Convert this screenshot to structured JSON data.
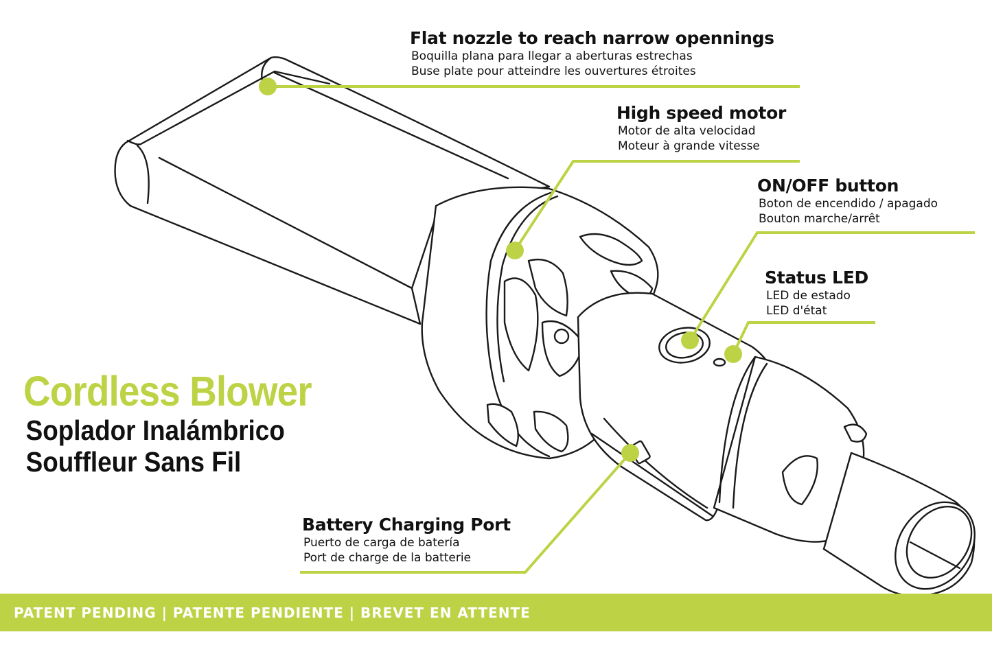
{
  "title": {
    "main": "Cordless Blower",
    "spanish": "Soplador Inalámbrico",
    "french": "Souffleur Sans Fil"
  },
  "callouts": [
    {
      "heading": "Flat nozzle to reach narrow opennings",
      "es": "Boquilla plana para llegar a aberturas estrechas",
      "fr": "Buse plate pour atteindre les ouvertures étroites"
    },
    {
      "heading": "High speed motor",
      "es": "Motor de alta velocidad",
      "fr": "Moteur à grande vitesse"
    },
    {
      "heading": "ON/OFF button",
      "es": "Boton de encendido / apagado",
      "fr": "Bouton marche/arrêt"
    },
    {
      "heading": "Status LED",
      "es": "LED de estado",
      "fr": "LED d'état"
    },
    {
      "heading": "Battery Charging Port",
      "es": "Puerto de carga de batería",
      "fr": "Port de charge de la batterie"
    }
  ],
  "footer": "PATENT PENDING | PATENTE PENDIENTE | BREVET EN ATTENTE",
  "colors": {
    "accent": "#bdd345",
    "line": "#1a1a1a",
    "background": "#ffffff"
  }
}
